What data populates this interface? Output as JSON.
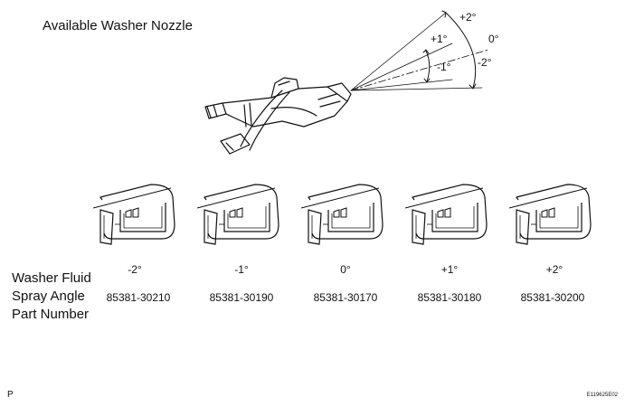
{
  "title": "Available Washer Nozzle",
  "spray_diagram": {
    "labels": {
      "plus2": "+2°",
      "plus1": "+1°",
      "zero": "0°",
      "minus1": "-1°",
      "minus2": "-2°"
    }
  },
  "row_labels": {
    "line1": "Washer Fluid",
    "line2": "Spray Angle",
    "line3": "Part Number"
  },
  "nozzles": [
    {
      "angle": "-2°",
      "part_number": "85381-30210"
    },
    {
      "angle": "-1°",
      "part_number": "85381-30190"
    },
    {
      "angle": "0°",
      "part_number": "85381-30170"
    },
    {
      "angle": "+1°",
      "part_number": "85381-30180"
    },
    {
      "angle": "+2°",
      "part_number": "85381-30200"
    }
  ],
  "footer": {
    "left_code": "P",
    "right_code": "E119625E02"
  }
}
